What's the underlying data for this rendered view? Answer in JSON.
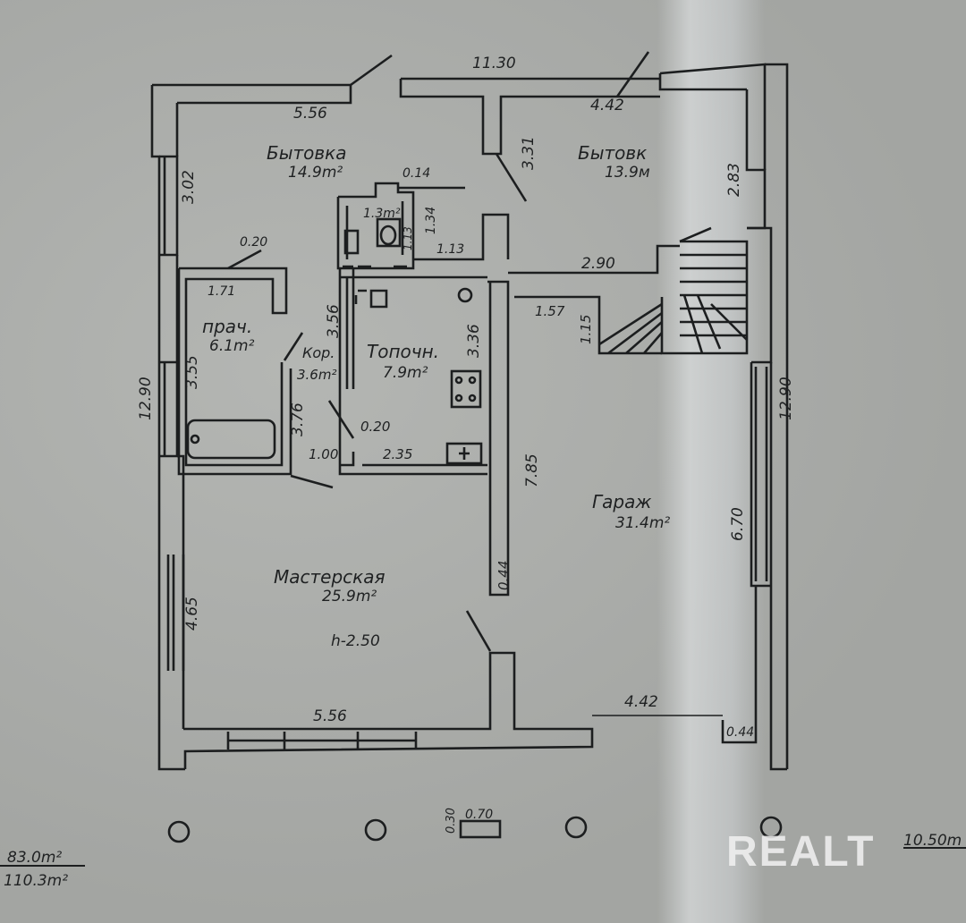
{
  "plan": {
    "dims": {
      "top_total": "11.30",
      "top_left": "5.56",
      "top_right": "4.42",
      "bytovka_left_h": "3.02",
      "center_wall_h": "3.31",
      "bytovka2_right_h": "2.83",
      "wc_top": "0.14",
      "wc_h": "1.34",
      "wc_inner": "1.13",
      "wc_w": "1.13",
      "shower_wall": "0.20",
      "shower_w": "1.71",
      "shower_h": "3.55",
      "corr_h_left": "3.56",
      "corr_h_right": "3.76",
      "kitchen_h": "3.36",
      "corr_w": "1.00",
      "kitchen_wall": "0.20",
      "kitchen_w": "2.35",
      "stair_w": "2.90",
      "stair_landing": "1.57",
      "stair_h": "1.15",
      "center_long": "7.85",
      "center_thick": "0.44",
      "left_total": "12.90",
      "right_total": "12.90",
      "garage_h": "6.70",
      "workshop_h": "4.65",
      "bottom_left": "5.56",
      "bottom_right": "4.42",
      "bottom_thick": "0.44",
      "column_h": "0.30",
      "column_w": "0.70",
      "outer_right": "10.50m"
    },
    "rooms": {
      "bytovka1_name": "Бытовка",
      "bytovka1_area": "14.9m²",
      "wc_area": "1.3m²",
      "bytovka2_name": "Бытовк",
      "bytovka2_area": "13.9м",
      "shower_name": "прач.",
      "shower_area": "6.1m²",
      "corr_name": "Кор.",
      "corr_area": "3.6m²",
      "kitchen_name": "Топочн.",
      "kitchen_area": "7.9m²",
      "garage_name": "Гараж",
      "garage_area": "31.4m²",
      "workshop_name": "Мастерская",
      "workshop_area": "25.9m²",
      "height": "h-2.50"
    },
    "totals": {
      "total_1": "83.0m²",
      "total_2": "110.3m²"
    }
  },
  "watermark": {
    "text": "REALT"
  },
  "colors": {
    "paper": "#a9aba8",
    "ink": "#1f2122"
  }
}
